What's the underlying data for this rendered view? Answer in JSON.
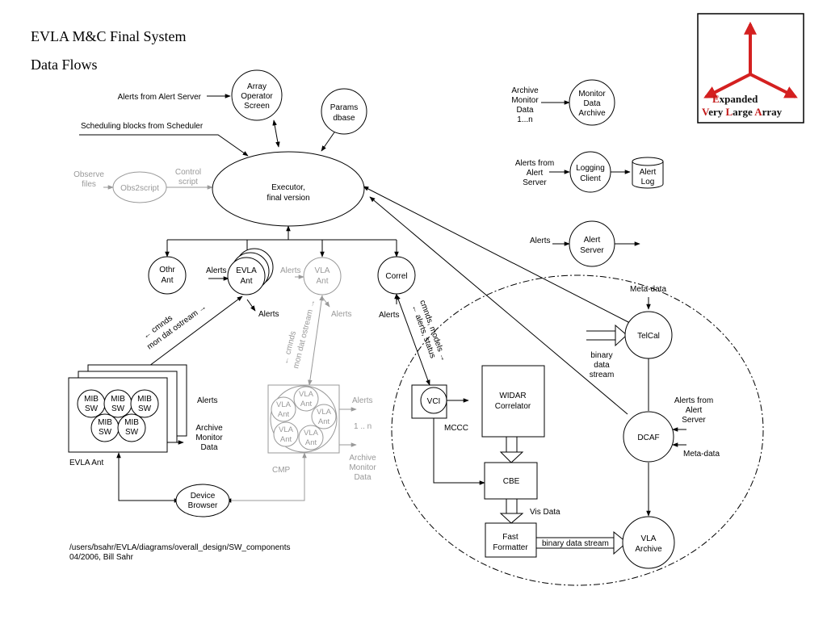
{
  "title": {
    "line1": "EVLA M&C Final System",
    "line2": "Data Flows"
  },
  "logo": {
    "word1_cap": "E",
    "word1_rest": "xpanded",
    "word2_cap": "V",
    "word2_rest": "ery ",
    "word3_cap": "L",
    "word3_rest": "arge ",
    "word4_cap": "A",
    "word4_rest": "rray"
  },
  "footer": {
    "path": "/users/bsahr/EVLA/diagrams/overall_design/SW_components",
    "date_author": "04/2006, Bill Sahr"
  },
  "nodes": {
    "array_operator_screen": [
      "Array",
      "Operator",
      "Screen"
    ],
    "params_dbase": [
      "Params",
      "dbase"
    ],
    "executor": [
      "Executor,",
      "final version"
    ],
    "obs2script": "Obs2script",
    "othr_ant": [
      "Othr",
      "Ant"
    ],
    "evla_ant": [
      "EVLA",
      "Ant"
    ],
    "vla_ant": [
      "VLA",
      "Ant"
    ],
    "correl": "Correl",
    "monitor_data_archive": [
      "Monitor",
      "Data",
      "Archive"
    ],
    "logging_client": [
      "Logging",
      "Client"
    ],
    "alert_log": [
      "Alert",
      "Log"
    ],
    "alert_server": [
      "Alert",
      "Server"
    ],
    "telcal": "TelCal",
    "dcaf": "DCAF",
    "vla_archive": [
      "VLA",
      "Archive"
    ],
    "vci": "VCI",
    "widar": [
      "WIDAR",
      "Correlator"
    ],
    "cbe": "CBE",
    "fast_formatter": [
      "Fast",
      "Formatter"
    ],
    "device_browser": [
      "Device",
      "Browser"
    ],
    "mib_sw": [
      "MIB",
      "SW"
    ],
    "cmp_vla_ant": [
      "VLA",
      "Ant"
    ]
  },
  "labels": {
    "alerts_from_alert_server": "Alerts from Alert Server",
    "scheduling_blocks": "Scheduling blocks from Scheduler",
    "observe_files": [
      "Observe",
      "files"
    ],
    "control_script": [
      "Control",
      "script"
    ],
    "archive_monitor_data_n": [
      "Archive",
      "Monitor",
      "Data",
      "1...n"
    ],
    "alerts_from_alert_server_stack": [
      "Alerts from",
      "Alert",
      "Server"
    ],
    "alerts": "Alerts",
    "evla_cmnds": "← cmnds",
    "evla_mon": "mon dat ostream →",
    "vla_cmnds": "← cmnds",
    "vla_mon": "mon dat ostream →",
    "correl_cmnds": "cmnds, models →",
    "correl_alerts": "← alerts, status",
    "meta_data": "Meta-data",
    "binary_data_stream_stack": [
      "binary",
      "data",
      "stream"
    ],
    "alerts_from_alert_server_dcaf": [
      "Alerts from",
      "Alert",
      "Server"
    ],
    "mccc": "MCCC",
    "vis_data": "Vis Data",
    "binary_data_stream": "binary data stream",
    "archive_monitor_data": [
      "Archive",
      "Monitor",
      "Data"
    ],
    "evla_ant_label": "EVLA Ant",
    "one_to_n": "1 .. n",
    "cmp": "CMP"
  }
}
